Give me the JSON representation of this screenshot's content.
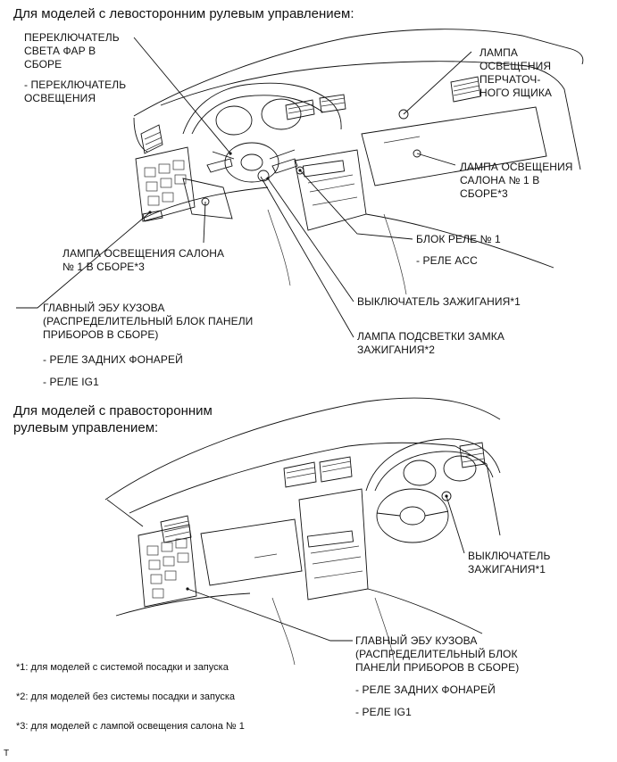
{
  "lhd": {
    "heading": "Для моделей с левосторонним рулевым управлением:",
    "headlamp_switch": "ПЕРЕКЛЮЧАТЕЛЬ\nСВЕТА ФАР В\nСБОРЕ",
    "lighting_switch": "- ПЕРЕКЛЮЧАТЕЛЬ\nОСВЕЩЕНИЯ",
    "glovebox_lamp": "ЛАМПА\nОСВЕЩЕНИЯ\nПЕРЧАТОЧ-\nНОГО ЯЩИКА",
    "room_lamp_right": "ЛАМПА ОСВЕЩЕНИЯ\nСАЛОНА № 1 В\nСБОРЕ*3",
    "relay_block": "БЛОК РЕЛЕ № 1",
    "acc_relay": "- РЕЛЕ ACC",
    "room_lamp_left": "ЛАМПА ОСВЕЩЕНИЯ САЛОНА\n№ 1 В СБОРЕ*3",
    "ignition_switch": "ВЫКЛЮЧАТЕЛЬ ЗАЖИГАНИЯ*1",
    "main_body_ecu": "ГЛАВНЫЙ ЭБУ КУЗОВА\n (РАСПРЕДЕЛИТЕЛЬНЫЙ БЛОК ПАНЕЛИ\nПРИБОРОВ В СБОРЕ)",
    "key_lamp": "ЛАМПА ПОДСВЕТКИ ЗАМКА\nЗАЖИГАНИЯ*2",
    "taillight_relay": "- РЕЛЕ ЗАДНИХ ФОНАРЕЙ",
    "ig1_relay": "- РЕЛЕ IG1"
  },
  "rhd": {
    "heading": "Для моделей с правосторонним\nрулевым управлением:",
    "ignition_switch": "ВЫКЛЮЧАТЕЛЬ\nЗАЖИГАНИЯ*1",
    "main_body_ecu": "ГЛАВНЫЙ ЭБУ КУЗОВА\n (РАСПРЕДЕЛИТЕЛЬНЫЙ БЛОК\nПАНЕЛИ ПРИБОРОВ В СБОРЕ)",
    "taillight_relay": "- РЕЛЕ ЗАДНИХ ФОНАРЕЙ",
    "ig1_relay": "- РЕЛЕ IG1"
  },
  "notes": [
    "*1: для моделей с системой посадки и запуска",
    "*2: для моделей без системы посадки и запуска",
    "*3: для моделей с лампой освещения салона № 1"
  ],
  "corner_mark": "T"
}
